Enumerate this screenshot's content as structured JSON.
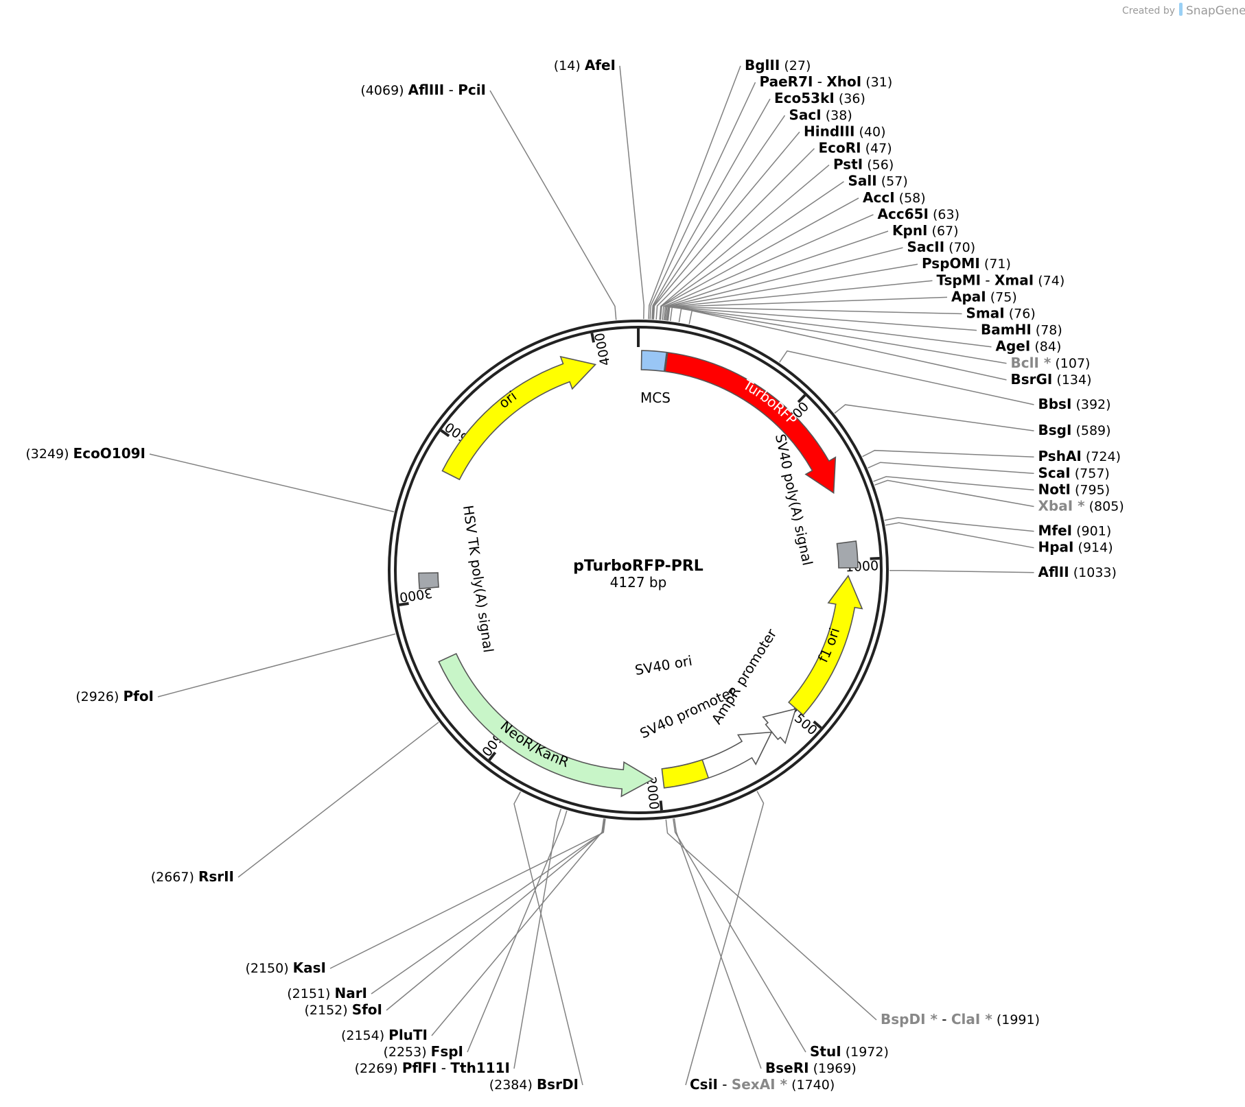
{
  "plasmid": {
    "name": "pTurboRFP-PRL",
    "size_label": "4127 bp",
    "length": 4127
  },
  "credit": {
    "prefix": "Created by",
    "brand": "SnapGene"
  },
  "ticks": [
    {
      "pos": 500,
      "label": "500"
    },
    {
      "pos": 1000,
      "label": "1000"
    },
    {
      "pos": 1500,
      "label": "1500"
    },
    {
      "pos": 2000,
      "label": "2000"
    },
    {
      "pos": 2500,
      "label": "2500"
    },
    {
      "pos": 3000,
      "label": "3000"
    },
    {
      "pos": 3500,
      "label": "3500"
    },
    {
      "pos": 4000,
      "label": "4000"
    }
  ],
  "features": [
    {
      "name": "MCS",
      "start": 10,
      "end": 85,
      "type": "box",
      "color": "#99c6f5"
    },
    {
      "name": "TurboRFP",
      "start": 88,
      "end": 785,
      "type": "arrow",
      "dir": 1,
      "color": "#ff0000",
      "label_color": "#ffffff"
    },
    {
      "name": "SV40 poly(A) signal",
      "start": 945,
      "end": 1025,
      "type": "box",
      "color": "#a4a8ad"
    },
    {
      "name": "f1 ori",
      "start": 1050,
      "end": 1506,
      "type": "arrow",
      "dir": -1,
      "color": "#ffff00"
    },
    {
      "name": "AmpR promoter",
      "start": 1507,
      "end": 1611,
      "type": "arrow",
      "dir": -1,
      "color": "#ffffff"
    },
    {
      "name": "SV40 promoter",
      "start": 1612,
      "end": 1970,
      "type": "arrow",
      "dir": -1,
      "color": "#ffffff"
    },
    {
      "name": "SV40 ori",
      "start": 1850,
      "end": 1986,
      "type": "box",
      "color": "#ffff00"
    },
    {
      "name": "NeoR/KanR",
      "start": 2018,
      "end": 2812,
      "type": "arrow",
      "dir": -1,
      "color": "#c8f5c8"
    },
    {
      "name": "HSV TK poly(A) signal",
      "start": 3039,
      "end": 3086,
      "type": "box",
      "color": "#a4a8ad"
    },
    {
      "name": "ori",
      "start": 3403,
      "end": 3992,
      "type": "arrow",
      "dir": 1,
      "color": "#ffff00"
    }
  ],
  "sites": [
    {
      "pos": 14,
      "pos_label": "(14)",
      "names": [
        "AfeI"
      ],
      "gray": [
        false
      ],
      "side": "left"
    },
    {
      "pos": 4069,
      "pos_label": "(4069)",
      "names": [
        "AflIII",
        "PciI"
      ],
      "gray": [
        false,
        false
      ],
      "side": "left"
    },
    {
      "pos": 27,
      "pos_label": "(27)",
      "names": [
        "BglII"
      ],
      "gray": [
        false
      ],
      "side": "right"
    },
    {
      "pos": 31,
      "pos_label": "(31)",
      "names": [
        "PaeR7I",
        "XhoI"
      ],
      "gray": [
        false,
        false
      ],
      "side": "right"
    },
    {
      "pos": 36,
      "pos_label": "(36)",
      "names": [
        "Eco53kI"
      ],
      "gray": [
        false
      ],
      "side": "right"
    },
    {
      "pos": 38,
      "pos_label": "(38)",
      "names": [
        "SacI"
      ],
      "gray": [
        false
      ],
      "side": "right"
    },
    {
      "pos": 40,
      "pos_label": "(40)",
      "names": [
        "HindIII"
      ],
      "gray": [
        false
      ],
      "side": "right"
    },
    {
      "pos": 47,
      "pos_label": "(47)",
      "names": [
        "EcoRI"
      ],
      "gray": [
        false
      ],
      "side": "right"
    },
    {
      "pos": 56,
      "pos_label": "(56)",
      "names": [
        "PstI"
      ],
      "gray": [
        false
      ],
      "side": "right"
    },
    {
      "pos": 57,
      "pos_label": "(57)",
      "names": [
        "SalI"
      ],
      "gray": [
        false
      ],
      "side": "right"
    },
    {
      "pos": 58,
      "pos_label": "(58)",
      "names": [
        "AccI"
      ],
      "gray": [
        false
      ],
      "side": "right"
    },
    {
      "pos": 63,
      "pos_label": "(63)",
      "names": [
        "Acc65I"
      ],
      "gray": [
        false
      ],
      "side": "right"
    },
    {
      "pos": 67,
      "pos_label": "(67)",
      "names": [
        "KpnI"
      ],
      "gray": [
        false
      ],
      "side": "right"
    },
    {
      "pos": 70,
      "pos_label": "(70)",
      "names": [
        "SacII"
      ],
      "gray": [
        false
      ],
      "side": "right"
    },
    {
      "pos": 71,
      "pos_label": "(71)",
      "names": [
        "PspOMI"
      ],
      "gray": [
        false
      ],
      "side": "right"
    },
    {
      "pos": 74,
      "pos_label": "(74)",
      "names": [
        "TspMI",
        "XmaI"
      ],
      "gray": [
        false,
        false
      ],
      "side": "right"
    },
    {
      "pos": 75,
      "pos_label": "(75)",
      "names": [
        "ApaI"
      ],
      "gray": [
        false
      ],
      "side": "right"
    },
    {
      "pos": 76,
      "pos_label": "(76)",
      "names": [
        "SmaI"
      ],
      "gray": [
        false
      ],
      "side": "right"
    },
    {
      "pos": 78,
      "pos_label": "(78)",
      "names": [
        "BamHI"
      ],
      "gray": [
        false
      ],
      "side": "right"
    },
    {
      "pos": 84,
      "pos_label": "(84)",
      "names": [
        "AgeI"
      ],
      "gray": [
        false
      ],
      "side": "right"
    },
    {
      "pos": 107,
      "pos_label": "(107)",
      "names": [
        "BclI"
      ],
      "gray": [
        true
      ],
      "side": "right"
    },
    {
      "pos": 134,
      "pos_label": "(134)",
      "names": [
        "BsrGI"
      ],
      "gray": [
        false
      ],
      "side": "right"
    },
    {
      "pos": 392,
      "pos_label": "(392)",
      "names": [
        "BbsI"
      ],
      "gray": [
        false
      ],
      "side": "right"
    },
    {
      "pos": 589,
      "pos_label": "(589)",
      "names": [
        "BsgI"
      ],
      "gray": [
        false
      ],
      "side": "right"
    },
    {
      "pos": 724,
      "pos_label": "(724)",
      "names": [
        "PshAI"
      ],
      "gray": [
        false
      ],
      "side": "right"
    },
    {
      "pos": 757,
      "pos_label": "(757)",
      "names": [
        "ScaI"
      ],
      "gray": [
        false
      ],
      "side": "right"
    },
    {
      "pos": 795,
      "pos_label": "(795)",
      "names": [
        "NotI"
      ],
      "gray": [
        false
      ],
      "side": "right"
    },
    {
      "pos": 805,
      "pos_label": "(805)",
      "names": [
        "XbaI"
      ],
      "gray": [
        true
      ],
      "side": "right"
    },
    {
      "pos": 901,
      "pos_label": "(901)",
      "names": [
        "MfeI"
      ],
      "gray": [
        false
      ],
      "side": "right"
    },
    {
      "pos": 914,
      "pos_label": "(914)",
      "names": [
        "HpaI"
      ],
      "gray": [
        false
      ],
      "side": "right"
    },
    {
      "pos": 1033,
      "pos_label": "(1033)",
      "names": [
        "AflII"
      ],
      "gray": [
        false
      ],
      "side": "right"
    },
    {
      "pos": 1740,
      "pos_label": "(1740)",
      "names": [
        "CsiI",
        "SexAI"
      ],
      "gray": [
        false,
        true
      ],
      "side": "right"
    },
    {
      "pos": 1969,
      "pos_label": "(1969)",
      "names": [
        "BseRI"
      ],
      "gray": [
        false
      ],
      "side": "right"
    },
    {
      "pos": 1972,
      "pos_label": "(1972)",
      "names": [
        "StuI"
      ],
      "gray": [
        false
      ],
      "side": "right"
    },
    {
      "pos": 1991,
      "pos_label": "(1991)",
      "names": [
        "BspDI",
        "ClaI"
      ],
      "gray": [
        true,
        true
      ],
      "side": "right"
    },
    {
      "pos": 2150,
      "pos_label": "(2150)",
      "names": [
        "KasI"
      ],
      "gray": [
        false
      ],
      "side": "left"
    },
    {
      "pos": 2151,
      "pos_label": "(2151)",
      "names": [
        "NarI"
      ],
      "gray": [
        false
      ],
      "side": "left"
    },
    {
      "pos": 2152,
      "pos_label": "(2152)",
      "names": [
        "SfoI"
      ],
      "gray": [
        false
      ],
      "side": "left"
    },
    {
      "pos": 2154,
      "pos_label": "(2154)",
      "names": [
        "PluTI"
      ],
      "gray": [
        false
      ],
      "side": "left"
    },
    {
      "pos": 2253,
      "pos_label": "(2253)",
      "names": [
        "FspI"
      ],
      "gray": [
        false
      ],
      "side": "left"
    },
    {
      "pos": 2269,
      "pos_label": "(2269)",
      "names": [
        "PflFI",
        "Tth111I"
      ],
      "gray": [
        false,
        false
      ],
      "side": "left"
    },
    {
      "pos": 2384,
      "pos_label": "(2384)",
      "names": [
        "BsrDI"
      ],
      "gray": [
        false
      ],
      "side": "left"
    },
    {
      "pos": 2667,
      "pos_label": "(2667)",
      "names": [
        "RsrII"
      ],
      "gray": [
        false
      ],
      "side": "left"
    },
    {
      "pos": 2926,
      "pos_label": "(2926)",
      "names": [
        "PfoI"
      ],
      "gray": [
        false
      ],
      "side": "left"
    },
    {
      "pos": 3249,
      "pos_label": "(3249)",
      "names": [
        "EcoO109I"
      ],
      "gray": [
        false
      ],
      "side": "left"
    }
  ]
}
